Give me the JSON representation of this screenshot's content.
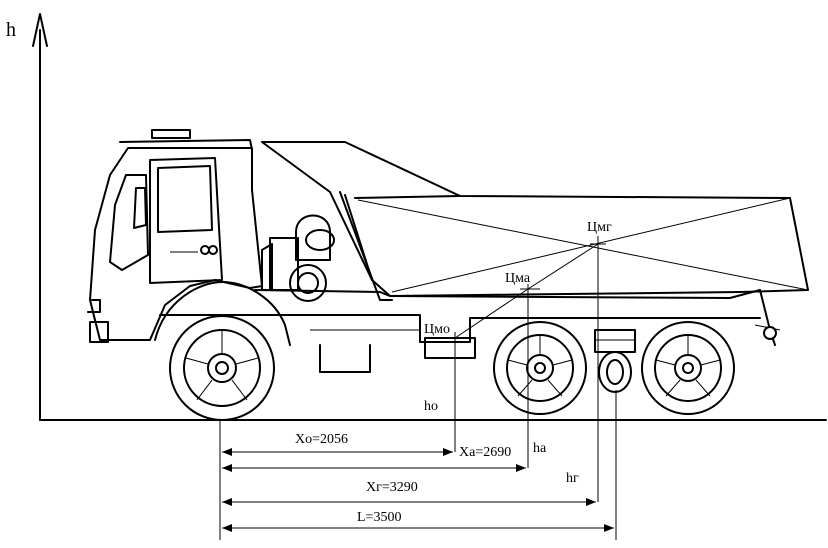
{
  "axis": {
    "vertical_label": "h"
  },
  "points": {
    "cmg": "Цмг",
    "cma": "Цма",
    "cmo": "Цмо"
  },
  "heights": {
    "ho": "ho",
    "ha": "ha",
    "hg": "hг"
  },
  "dimensions": {
    "xo": "Xo=2056",
    "xa": "Xa=2690",
    "xg": "Xг=3290",
    "l": "L=3500"
  },
  "colors": {
    "ink": "#000000",
    "background": "#ffffff"
  }
}
